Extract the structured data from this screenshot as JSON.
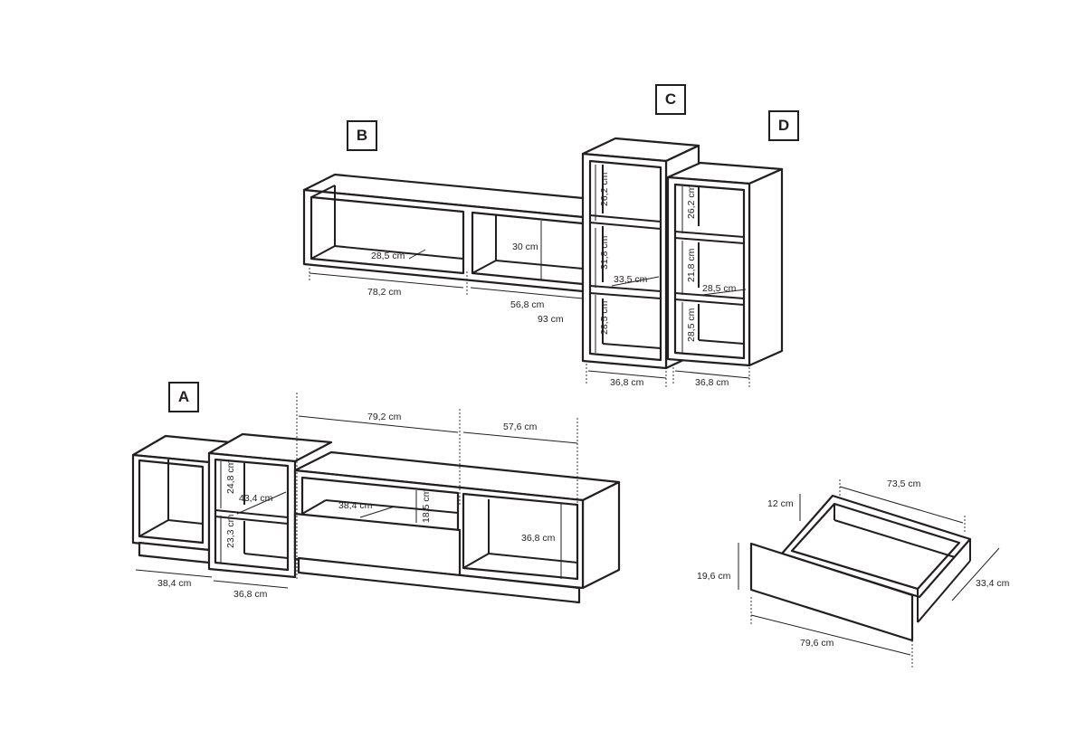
{
  "modules": {
    "a": {
      "tag": "A"
    },
    "b": {
      "tag": "B"
    },
    "c": {
      "tag": "C"
    },
    "d": {
      "tag": "D"
    }
  },
  "dimensions": {
    "b_depth": "28,5 cm",
    "b_width_left": "78,2 cm",
    "b_width_right": "56,8 cm",
    "b_total": "93 cm",
    "b_height": "30 cm",
    "c_top": "26,2 cm",
    "c_middle": "31,8 cm",
    "c_bottom": "28,5 cm",
    "c_depth": "33,5 cm",
    "c_width": "36,8 cm",
    "d_top": "26,2 cm",
    "d_middle": "21,8 cm",
    "d_bottom": "28,5 cm",
    "d_depth": "28,5 cm",
    "d_width": "36,8 cm",
    "a_left_width": "38,4 cm",
    "a_shelf_width": "36,8 cm",
    "a_shelf_top": "24,8 cm",
    "a_shelf_bottom": "23,3 cm",
    "a_shelf_depth": "43,4 cm",
    "a_tv_left": "79,2 cm",
    "a_tv_right": "57,6 cm",
    "a_drawer_depth": "38,4 cm",
    "a_drawer_height": "18,5 cm",
    "a_open_height": "36,8 cm",
    "drawer_length": "73,5 cm",
    "drawer_inner_height": "12 cm",
    "drawer_front_height": "19,6 cm",
    "drawer_depth": "33,4 cm",
    "drawer_front_width": "79,6 cm"
  }
}
